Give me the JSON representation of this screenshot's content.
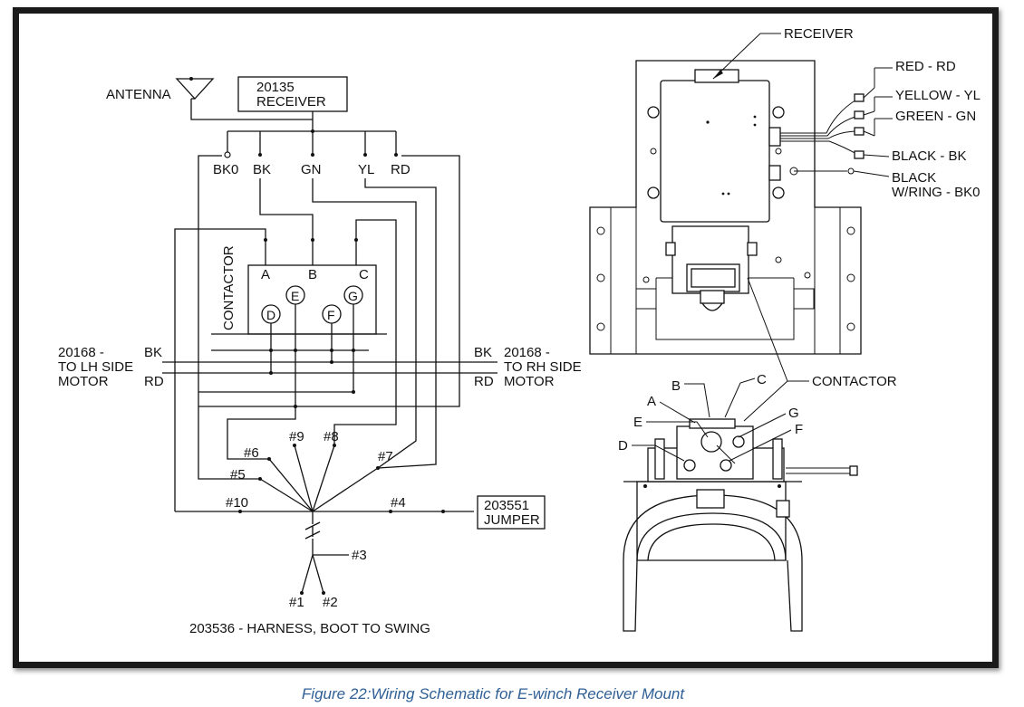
{
  "schematic": {
    "antenna_label": "ANTENNA",
    "receiver_box": {
      "part_no": "20135",
      "name": "RECEIVER"
    },
    "receiver_pins": [
      "BK0",
      "BK",
      "GN",
      "YL",
      "RD"
    ],
    "contactor": {
      "label": "CONTACTOR",
      "top_terminals": [
        "A",
        "B",
        "C"
      ],
      "lower_terminals": [
        "D",
        "E",
        "F",
        "G"
      ]
    },
    "left_motor": {
      "part_no": "20168 -",
      "line2": "TO LH SIDE",
      "line3": "MOTOR",
      "wire_top": "BK",
      "wire_bottom": "RD"
    },
    "right_motor": {
      "part_no": "20168 -",
      "line2": "TO RH SIDE",
      "line3": "MOTOR",
      "wire_top": "BK",
      "wire_bottom": "RD"
    },
    "harness_pins": [
      "#1",
      "#2",
      "#3",
      "#4",
      "#5",
      "#6",
      "#7",
      "#8",
      "#9",
      "#10"
    ],
    "jumper_box": {
      "part_no": "203551",
      "name": "JUMPER"
    },
    "harness_label": "203536 - HARNESS, BOOT TO SWING"
  },
  "mount_drawing": {
    "receiver_callout": "RECEIVER",
    "wire_colors": [
      {
        "line1": "RED - RD",
        "line2": ""
      },
      {
        "line1": "YELLOW - YL",
        "line2": ""
      },
      {
        "line1": "GREEN - GN",
        "line2": ""
      },
      {
        "line1": "BLACK - BK",
        "line2": ""
      },
      {
        "line1": "BLACK",
        "line2": "W/RING - BK0"
      }
    ],
    "contactor_callout": "CONTACTOR",
    "terminal_labels": [
      "A",
      "B",
      "C",
      "D",
      "E",
      "F",
      "G"
    ]
  },
  "caption": "Figure 22:Wiring Schematic for E-winch Receiver Mount"
}
